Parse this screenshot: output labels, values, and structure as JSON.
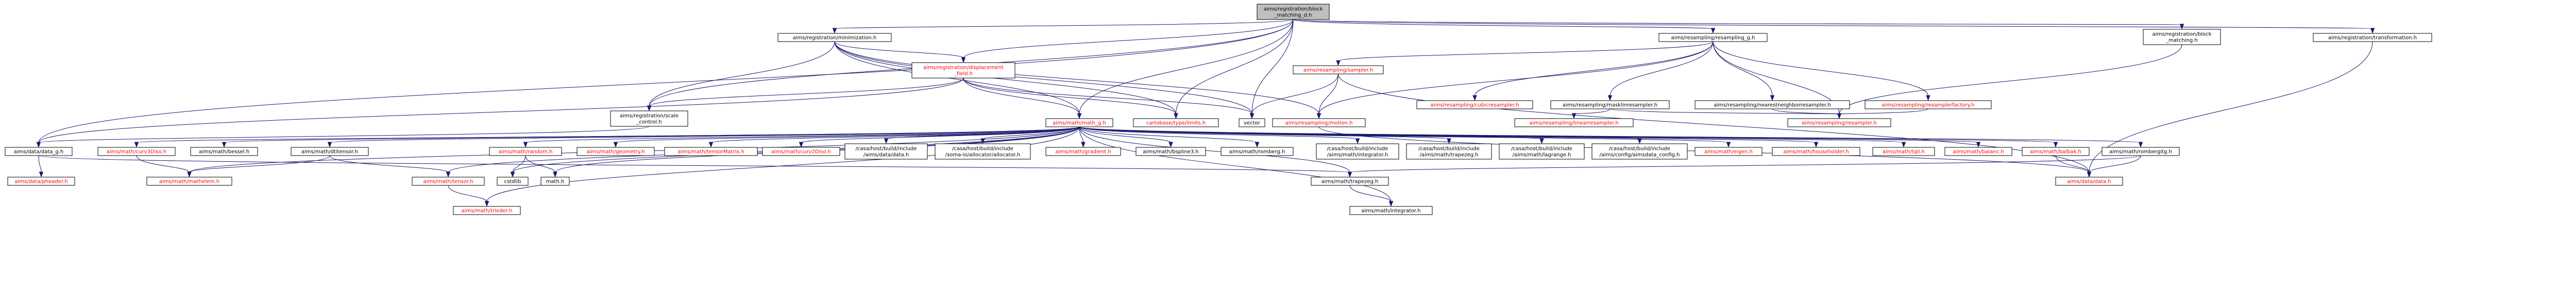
{
  "nodes": [
    {
      "id": "root",
      "lines": [
        "aims/registration/block",
        "_matching_d.h"
      ],
      "color": "black",
      "root": true
    },
    {
      "id": "minimization",
      "lines": [
        "aims/registration/minimization.h"
      ],
      "color": "black"
    },
    {
      "id": "resampling_g",
      "lines": [
        "aims/resampling/resampling_g.h"
      ],
      "color": "black"
    },
    {
      "id": "block_matching",
      "lines": [
        "aims/registration/block",
        "_matching.h"
      ],
      "color": "black"
    },
    {
      "id": "transformation",
      "lines": [
        "aims/registration/transformation.h"
      ],
      "color": "black"
    },
    {
      "id": "displacement",
      "lines": [
        "aims/registration/displacement",
        "_field.h"
      ],
      "color": "red"
    },
    {
      "id": "sampler",
      "lines": [
        "aims/resampling/sampler.h"
      ],
      "color": "red"
    },
    {
      "id": "cubicresampler",
      "lines": [
        "aims/resampling/cubicresampler.h"
      ],
      "color": "red"
    },
    {
      "id": "masklinresampler",
      "lines": [
        "aims/resampling/masklinresampler.h"
      ],
      "color": "black"
    },
    {
      "id": "nearestneighbor",
      "lines": [
        "aims/resampling/nearestneighborresampler.h"
      ],
      "color": "black"
    },
    {
      "id": "resamplerfactory",
      "lines": [
        "aims/resampling/resamplerfactory.h"
      ],
      "color": "red"
    },
    {
      "id": "scale_control",
      "lines": [
        "aims/registration/scale",
        "_control.h"
      ],
      "color": "black"
    },
    {
      "id": "math_g",
      "lines": [
        "aims/math/math_g.h"
      ],
      "color": "red"
    },
    {
      "id": "limits",
      "lines": [
        "cartobase/type/limits.h"
      ],
      "color": "red"
    },
    {
      "id": "vector",
      "lines": [
        "vector"
      ],
      "color": "black"
    },
    {
      "id": "motion",
      "lines": [
        "aims/resampling/motion.h"
      ],
      "color": "red"
    },
    {
      "id": "linearresampler",
      "lines": [
        "aims/resampling/linearresampler.h"
      ],
      "color": "red"
    },
    {
      "id": "resampler",
      "lines": [
        "aims/resampling/resampler.h"
      ],
      "color": "red"
    },
    {
      "id": "data_g",
      "lines": [
        "aims/data/data_g.h"
      ],
      "color": "black"
    },
    {
      "id": "pheader",
      "lines": [
        "aims/data/pheader.h"
      ],
      "color": "red"
    },
    {
      "id": "curv3Diso",
      "lines": [
        "aims/math/curv3Diso.h"
      ],
      "color": "red"
    },
    {
      "id": "bessel",
      "lines": [
        "aims/math/bessel.h"
      ],
      "color": "black"
    },
    {
      "id": "dtitensor",
      "lines": [
        "aims/math/dtitensor.h"
      ],
      "color": "black"
    },
    {
      "id": "mathelem",
      "lines": [
        "aims/math/mathelem.h"
      ],
      "color": "red"
    },
    {
      "id": "tensor",
      "lines": [
        "aims/math/tensor.h"
      ],
      "color": "red"
    },
    {
      "id": "trieder",
      "lines": [
        "aims/math/trieder.h"
      ],
      "color": "red"
    },
    {
      "id": "random",
      "lines": [
        "aims/math/random.h"
      ],
      "color": "red"
    },
    {
      "id": "cstdlib",
      "lines": [
        "cstdlib"
      ],
      "color": "black"
    },
    {
      "id": "math_h",
      "lines": [
        "math.h"
      ],
      "color": "black"
    },
    {
      "id": "geometry",
      "lines": [
        "aims/math/geometry.h"
      ],
      "color": "red"
    },
    {
      "id": "tensorMatrix",
      "lines": [
        "aims/math/tensorMatrix.h"
      ],
      "color": "red"
    },
    {
      "id": "curv2Diso",
      "lines": [
        "aims/math/curv2Diso.h"
      ],
      "color": "red"
    },
    {
      "id": "casa_data",
      "lines": [
        "/casa/host/build/include",
        "/aims/data/data.h"
      ],
      "color": "black"
    },
    {
      "id": "casa_soma",
      "lines": [
        "/casa/host/build/include",
        "/soma-io/allocator/allocator.h"
      ],
      "color": "black"
    },
    {
      "id": "gradient",
      "lines": [
        "aims/math/gradient.h"
      ],
      "color": "red"
    },
    {
      "id": "bspline",
      "lines": [
        "aims/math/bspline3.h"
      ],
      "color": "black"
    },
    {
      "id": "romberg",
      "lines": [
        "aims/math/romberg.h"
      ],
      "color": "black"
    },
    {
      "id": "casa_integrator",
      "lines": [
        "/casa/host/build/include",
        "/aims/math/integrator.h"
      ],
      "color": "black"
    },
    {
      "id": "casa_trapezeg",
      "lines": [
        "/casa/host/build/include",
        "/aims/math/trapezeg.h"
      ],
      "color": "black"
    },
    {
      "id": "casa_lagrange",
      "lines": [
        "/casa/host/build/include",
        "/aims/math/lagrange.h"
      ],
      "color": "black"
    },
    {
      "id": "casa_config",
      "lines": [
        "/casa/host/build/include",
        "/aims/config/aimsdata_config.h"
      ],
      "color": "black"
    },
    {
      "id": "eigen",
      "lines": [
        "aims/math/eigen.h"
      ],
      "color": "red"
    },
    {
      "id": "householder",
      "lines": [
        "aims/math/householder.h"
      ],
      "color": "red"
    },
    {
      "id": "tqli",
      "lines": [
        "aims/math/tqli.h"
      ],
      "color": "red"
    },
    {
      "id": "balanc",
      "lines": [
        "aims/math/balanc.h"
      ],
      "color": "red"
    },
    {
      "id": "balbak",
      "lines": [
        "aims/math/balbak.h"
      ],
      "color": "red"
    },
    {
      "id": "rombergitg",
      "lines": [
        "aims/math/rombergitg.h"
      ],
      "color": "black"
    },
    {
      "id": "trapezeg",
      "lines": [
        "aims/math/trapezeg.h"
      ],
      "color": "black"
    },
    {
      "id": "data_h",
      "lines": [
        "aims/data/data.h"
      ],
      "color": "red"
    },
    {
      "id": "integrator",
      "lines": [
        "aims/math/integrator.h"
      ],
      "color": "black"
    }
  ]
}
